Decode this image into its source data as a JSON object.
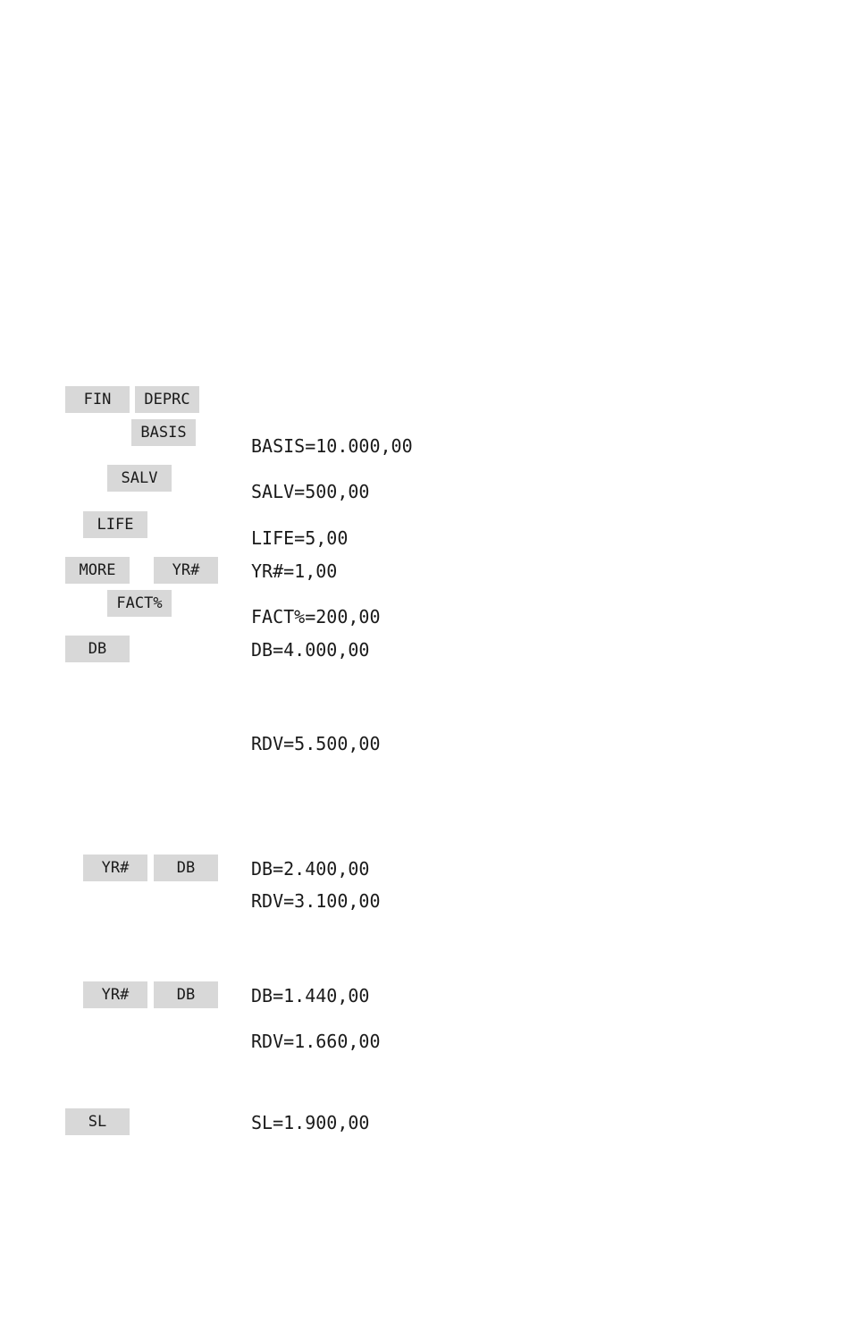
{
  "keys": {
    "fin": "FIN",
    "deprc": "DEPRC",
    "basis": "BASIS",
    "salv": "SALV",
    "life": "LIFE",
    "more": "MORE",
    "yr1": "YR#",
    "fact": "FACT%",
    "db1": "DB",
    "yr2": "YR#",
    "db2": "DB",
    "yr3": "YR#",
    "db3": "DB",
    "sl": "SL"
  },
  "readouts": {
    "basis": "BASIS=10.000,00",
    "salv": "SALV=500,00",
    "life": "LIFE=5,00",
    "yr": "YR#=1,00",
    "fact": "FACT%=200,00",
    "db1": "DB=4.000,00",
    "rdv1": "RDV=5.500,00",
    "db2": "DB=2.400,00",
    "rdv2": "RDV=3.100,00",
    "db3": "DB=1.440,00",
    "rdv3": "RDV=1.660,00",
    "sl": "SL=1.900,00"
  }
}
